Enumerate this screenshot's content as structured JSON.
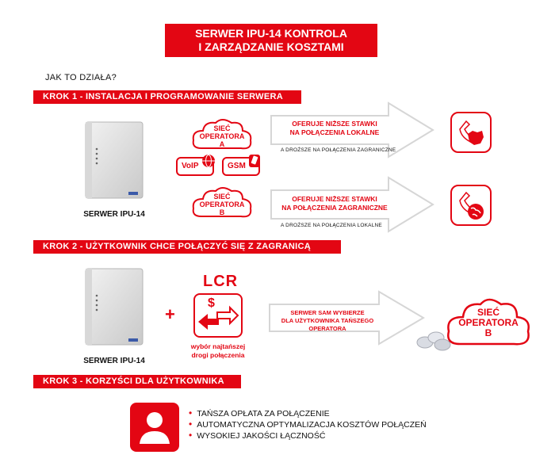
{
  "title": {
    "line1": "SERWER IPU-14 KONTROLA",
    "line2": "I ZARZĄDZANIE KOSZTAMI"
  },
  "question": "JAK TO DZIAŁA?",
  "steps": {
    "step1": "KROK 1 - INSTALACJA I PROGRAMOWANIE SERWERA",
    "step2": "KROK 2 - UŻYTKOWNIK CHCE POŁĄCZYĆ SIĘ Z ZAGRANICĄ",
    "step3": "KROK 3 - KORZYŚCI DLA UŻYTKOWNIKA"
  },
  "server_label": "SERWER IPU-14",
  "clouds": {
    "a_line1": "SIEĆ",
    "a_line2": "OPERATORA",
    "a_line3": "A",
    "b_line1": "SIEĆ",
    "b_line2": "OPERATORA",
    "b_line3": "B",
    "voip": "VoIP",
    "gsm": "GSM"
  },
  "arrows": {
    "a_line1": "OFERUJE NIŻSZE STAWKI",
    "a_line2": "NA POŁĄCZENIA LOKALNE",
    "a_note": "A DROŻSZE NA POŁĄCZENIA ZAGRANICZNE",
    "b_line1": "OFERUJE NIŻSZE STAWKI",
    "b_line2": "NA POŁĄCZENIA ZAGRANICZNE",
    "b_note": "A DROŻSZE NA POŁĄCZENIA LOKALNE",
    "lcr_line1": "SERWER SAM WYBIERZE",
    "lcr_line2": "DLA UŻYTKOWNIKA TAŃSZEGO OPERATORA"
  },
  "lcr": {
    "title": "LCR",
    "plus": "+",
    "dollar": "$",
    "sub_line1": "wybór najtańszej",
    "sub_line2": "drogi połączenia"
  },
  "benefits": [
    "TAŃSZA OPŁATA ZA POŁĄCZENIE",
    "AUTOMATYCZNA OPTYMALIZACJA KOSZTÓW POŁĄCZEŃ",
    "WYSOKIEJ JAKOŚCI ŁĄCZNOŚĆ"
  ],
  "colors": {
    "accent": "#e30613",
    "arrow_fill": "#ffffff",
    "arrow_stroke": "#d9d9d9"
  }
}
